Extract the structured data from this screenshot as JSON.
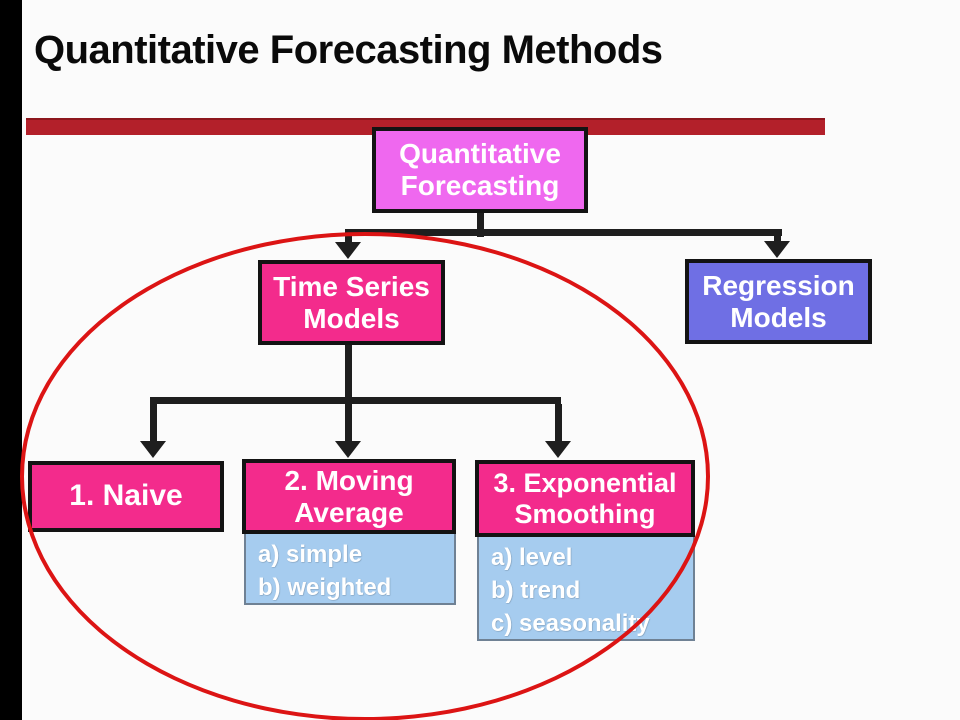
{
  "slide": {
    "title": "Quantitative Forecasting Methods",
    "background": "#FBFBFB",
    "colors": {
      "left_edge_bar": "#000000",
      "underline_banner": "#B3202A",
      "root_box_fill": "#EF68EF",
      "time_series_box_fill": "#F32B8C",
      "regression_box_fill": "#6F6FE4",
      "option_box_fill": "#A6CCEF",
      "box_border": "#131313",
      "connector": "#1E1E1E",
      "ellipse_stroke": "#DC1414",
      "box_text": "#FFFFFF",
      "title_text": "#0A0A0A"
    }
  },
  "diagram": {
    "root": {
      "lines": [
        "Quantitative",
        "Forecasting"
      ]
    },
    "time_series": {
      "lines": [
        "Time Series",
        "Models"
      ]
    },
    "regression": {
      "lines": [
        "Regression",
        "Models"
      ]
    },
    "naive": {
      "label": "1. Naive"
    },
    "moving_average": {
      "lines": [
        "2. Moving",
        "Average"
      ],
      "options": [
        "a) simple",
        "b) weighted"
      ]
    },
    "exponential_smoothing": {
      "lines": [
        "3. Exponential",
        "Smoothing"
      ],
      "options": [
        "a) level",
        "b) trend",
        "c) seasonality"
      ]
    }
  }
}
